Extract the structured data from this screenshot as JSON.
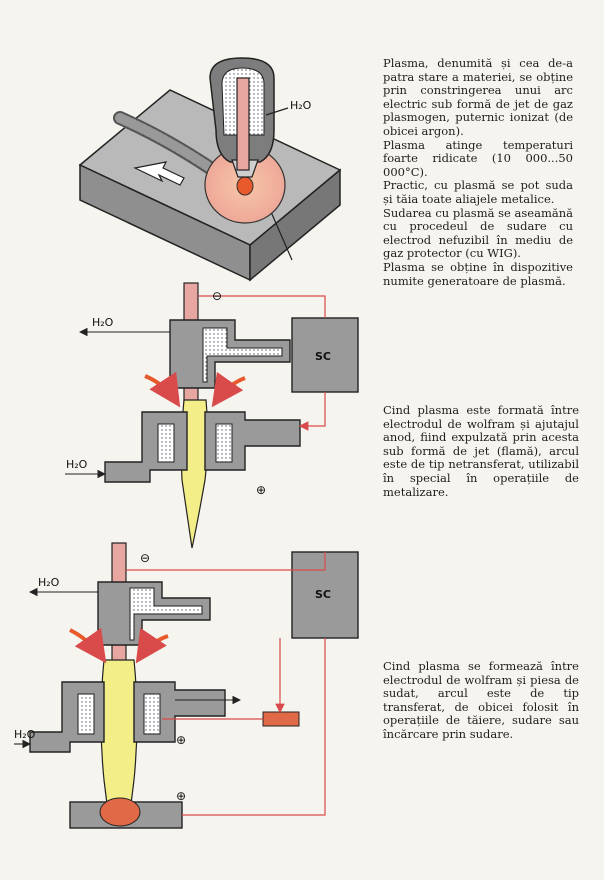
{
  "text": {
    "intro": [
      "Plasma, denumită și cea de-a patra stare a materiei, se obține prin constringerea unui arc electric sub formă de jet de gaz plasmogen, puternic ionizat (de obicei argon).",
      "Plasma atinge temperaturi foarte ridicate (10 000...50 000°C).",
      "Practic, cu plasmă se pot suda și tăia toate aliajele metalice.",
      "Sudarea cu plasmă se aseamănă cu procedeul de sudare cu electrod nefuzibil în mediu de gaz protector (cu WIG).",
      "Plasma se obține în dispozitive numite generatoare de plasmă."
    ],
    "nontransferred": "Cind plasma este formată între electrodul de wolfram și ajutajul anod, fiind expulzată prin acesta sub formă de jet (flamă), arcul este de tip netransferat, utilizabil în special în operațiile de metalizare.",
    "transferred": "Cind plasma se formează între electrodul de wolfram și piesa de sudat, arcul este de tip transferat, de obicei folosit în operațiile de tăiere, sudare sau încărcare prin sudare."
  },
  "labels": {
    "water": "H₂O",
    "source": "SC",
    "minus": "⊖",
    "plus": "⊕"
  },
  "colors": {
    "electrode": "#e7a7a0",
    "plasma": "#f4ee88",
    "metal": "#9a9a9a",
    "arrow": "#e85a2c",
    "wire": "#d94a4a",
    "weld": "#e06a48"
  }
}
